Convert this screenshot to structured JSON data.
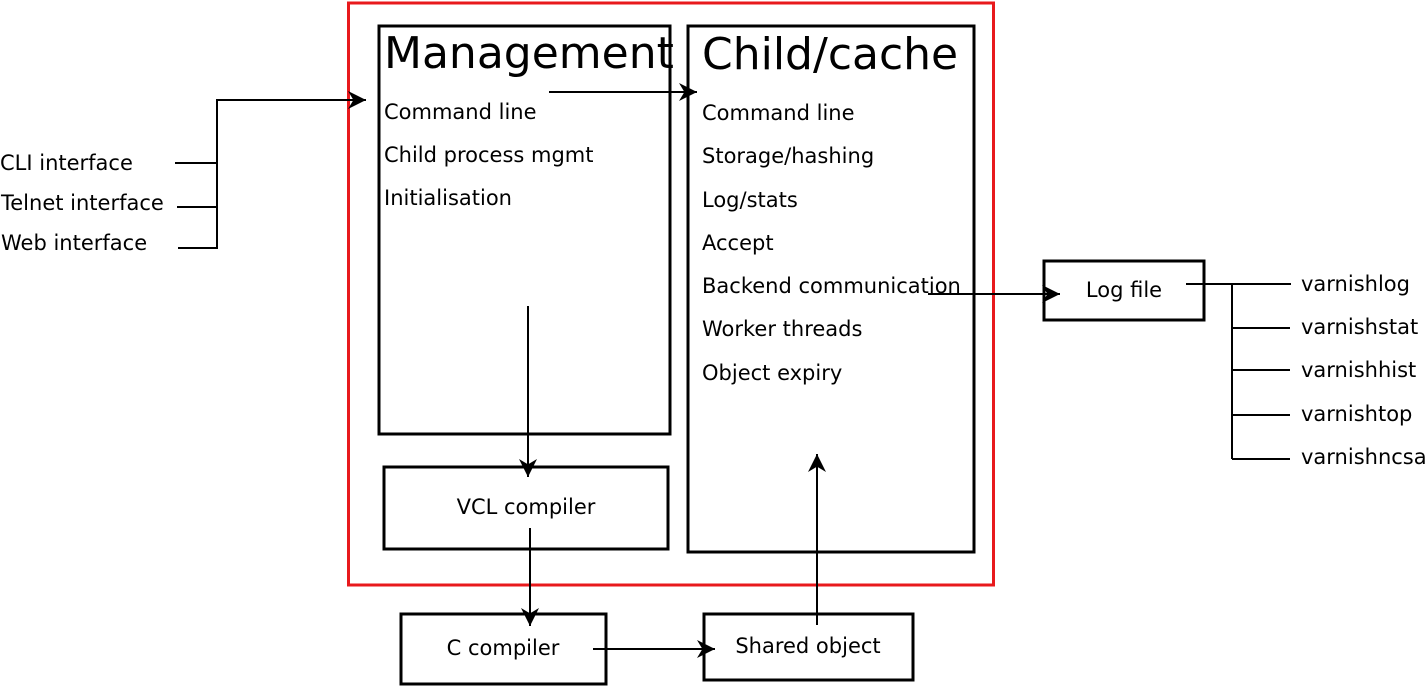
{
  "inputs": {
    "cli": "CLI interface",
    "telnet": "Telnet interface",
    "web": "Web interface"
  },
  "management": {
    "title": "Management",
    "items": [
      "Command line",
      "Child process mgmt",
      "Initialisation"
    ]
  },
  "child": {
    "title": "Child/cache",
    "items": [
      "Command line",
      "Storage/hashing",
      "Log/stats",
      "Accept",
      "Backend communication",
      "Worker threads",
      "Object expiry"
    ]
  },
  "vcl_compiler": "VCL compiler",
  "c_compiler": "C compiler",
  "shared_object": "Shared object",
  "log_file": "Log file",
  "log_tools": [
    "varnishlog",
    "varnishstat",
    "varnishhist",
    "varnishtop",
    "varnishncsa"
  ],
  "colors": {
    "container_border": "#e8191c",
    "stroke": "#000000"
  }
}
